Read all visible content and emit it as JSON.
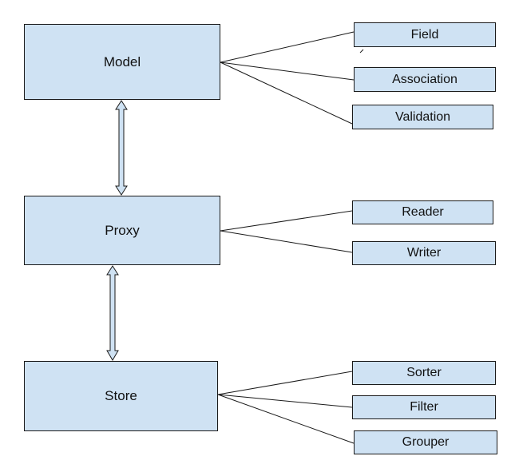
{
  "nodes": {
    "model": "Model",
    "proxy": "Proxy",
    "store": "Store",
    "field": "Field",
    "association": "Association",
    "validation": "Validation",
    "reader": "Reader",
    "writer": "Writer",
    "sorter": "Sorter",
    "filter": "Filter",
    "grouper": "Grouper"
  },
  "edges": [
    {
      "from": "model",
      "to": "field",
      "kind": "line"
    },
    {
      "from": "model",
      "to": "association",
      "kind": "line"
    },
    {
      "from": "model",
      "to": "validation",
      "kind": "line"
    },
    {
      "from": "proxy",
      "to": "reader",
      "kind": "line"
    },
    {
      "from": "proxy",
      "to": "writer",
      "kind": "line"
    },
    {
      "from": "store",
      "to": "sorter",
      "kind": "line"
    },
    {
      "from": "store",
      "to": "filter",
      "kind": "line"
    },
    {
      "from": "store",
      "to": "grouper",
      "kind": "line"
    },
    {
      "from": "model",
      "to": "proxy",
      "kind": "double-arrow"
    },
    {
      "from": "proxy",
      "to": "store",
      "kind": "double-arrow"
    }
  ],
  "colors": {
    "box_fill": "#cfe2f3",
    "box_stroke": "#1a1a1a",
    "line": "#1a1a1a",
    "text": "#111111"
  }
}
